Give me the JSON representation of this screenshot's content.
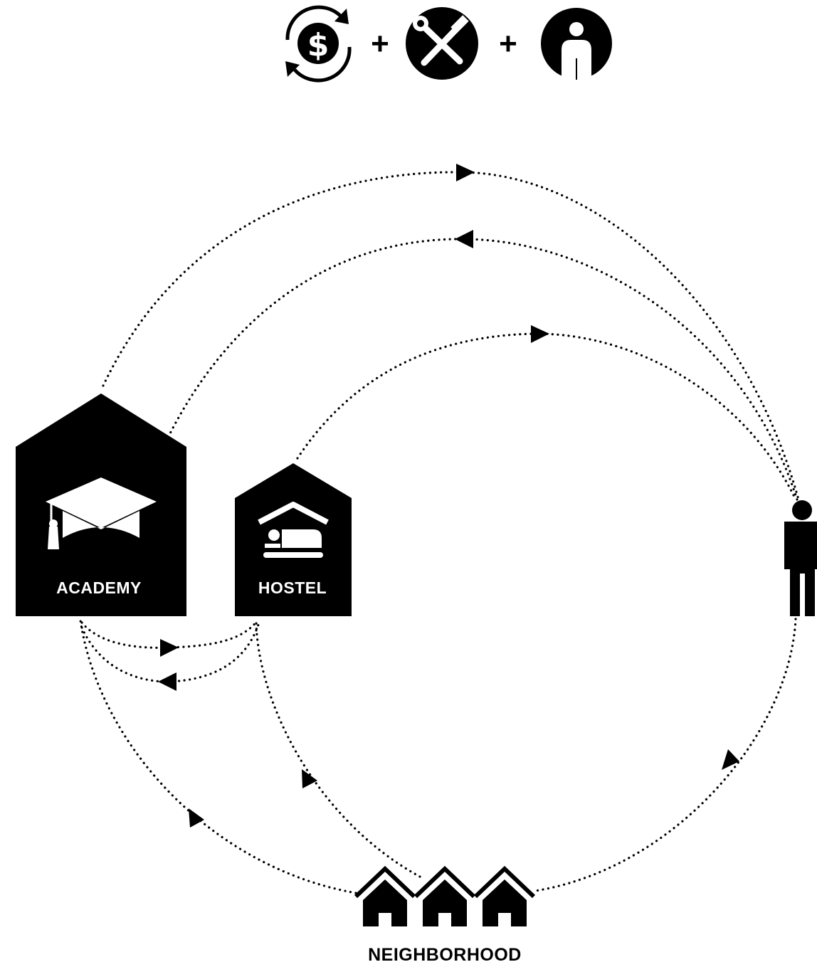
{
  "header": {
    "icons": [
      "money-cycle-icon",
      "tools-icon",
      "person-icon"
    ],
    "operator_1": "+",
    "operator_2": "+"
  },
  "nodes": {
    "academy": {
      "label": "ACADEMY",
      "icon": "graduation-cap-icon"
    },
    "hostel": {
      "label": "HOSTEL",
      "icon": "bed-icon"
    },
    "person": {
      "icon": "person-icon"
    },
    "neighborhood": {
      "label": "NEIGHBORHOOD",
      "icon": "houses-icon"
    }
  },
  "colors": {
    "ink": "#000000",
    "background": "#ffffff"
  }
}
